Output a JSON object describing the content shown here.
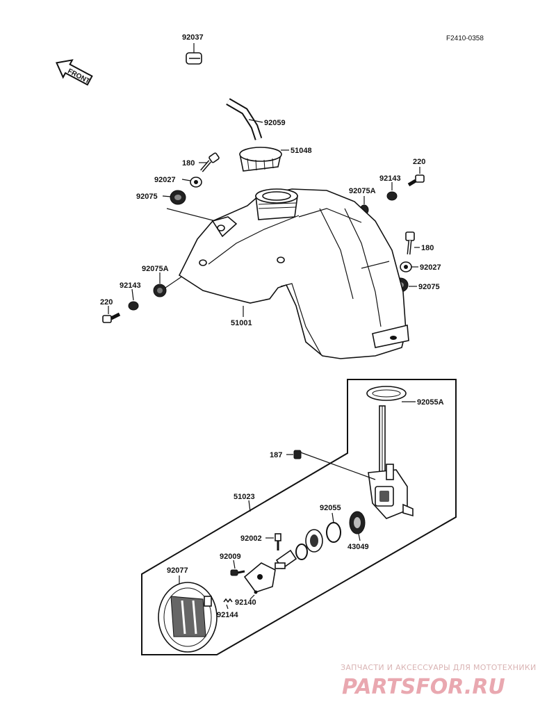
{
  "diagram_code": "F2410-0358",
  "front_label": "FRONT",
  "parts": {
    "p92037": "92037",
    "p92059": "92059",
    "p51048": "51048",
    "p180a": "180",
    "p92027a": "92027",
    "p92075a": "92075",
    "p220a": "220",
    "p92143a": "92143",
    "p92075Aa": "92075A",
    "p180b": "180",
    "p92027b": "92027",
    "p92075b": "92075",
    "p92075Ab": "92075A",
    "p92143b": "92143",
    "p220b": "220",
    "p51001": "51001",
    "p92055A": "92055A",
    "p187": "187",
    "p51023": "51023",
    "p92055": "92055",
    "p92002": "92002",
    "p43049": "43049",
    "p92009": "92009",
    "p92077": "92077",
    "p92140": "92140",
    "p92144": "92144"
  },
  "watermark": {
    "line1": "ЗАПЧАСТИ И АКСЕССУАРЫ ДЛЯ МОТОТЕХНИКИ",
    "line2": "PARTSFOR.RU"
  }
}
